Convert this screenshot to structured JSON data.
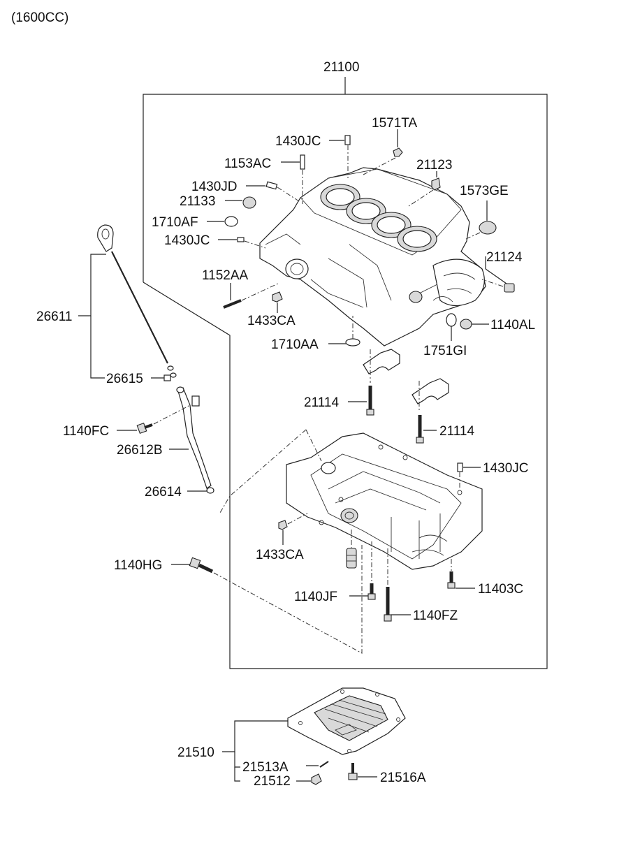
{
  "header": {
    "engine": "(1600CC)"
  },
  "labels": {
    "p21100": "21100",
    "p1571TA": "1571TA",
    "p1430JC_top": "1430JC",
    "p1153AC": "1153AC",
    "p21123": "21123",
    "p1430JD": "1430JD",
    "p1573GE": "1573GE",
    "p21133": "21133",
    "p1710AF": "1710AF",
    "p1430JC_mid": "1430JC",
    "p21124": "21124",
    "p1152AA": "1152AA",
    "p1433CA_top": "1433CA",
    "p1140AL": "1140AL",
    "p26611": "26611",
    "p1710AA": "1710AA",
    "p1751GI": "1751GI",
    "p26615": "26615",
    "p21114_left": "21114",
    "p21114_right": "21114",
    "p1140FC": "1140FC",
    "p26612B": "26612B",
    "p1430JC_low": "1430JC",
    "p26614": "26614",
    "p1433CA_low": "1433CA",
    "p1140HG": "1140HG",
    "p11403C": "11403C",
    "p1140JF": "1140JF",
    "p1140FZ": "1140FZ",
    "p21510": "21510",
    "p21513A": "21513A",
    "p21512": "21512",
    "p21516A": "21516A"
  },
  "icons": {
    "cylinder_block": "engine-block-icon",
    "lower_crankcase": "ladder-frame-icon",
    "oil_pan": "oil-pan-icon",
    "dipstick": "dipstick-icon",
    "guide_tube": "guide-tube-icon"
  }
}
